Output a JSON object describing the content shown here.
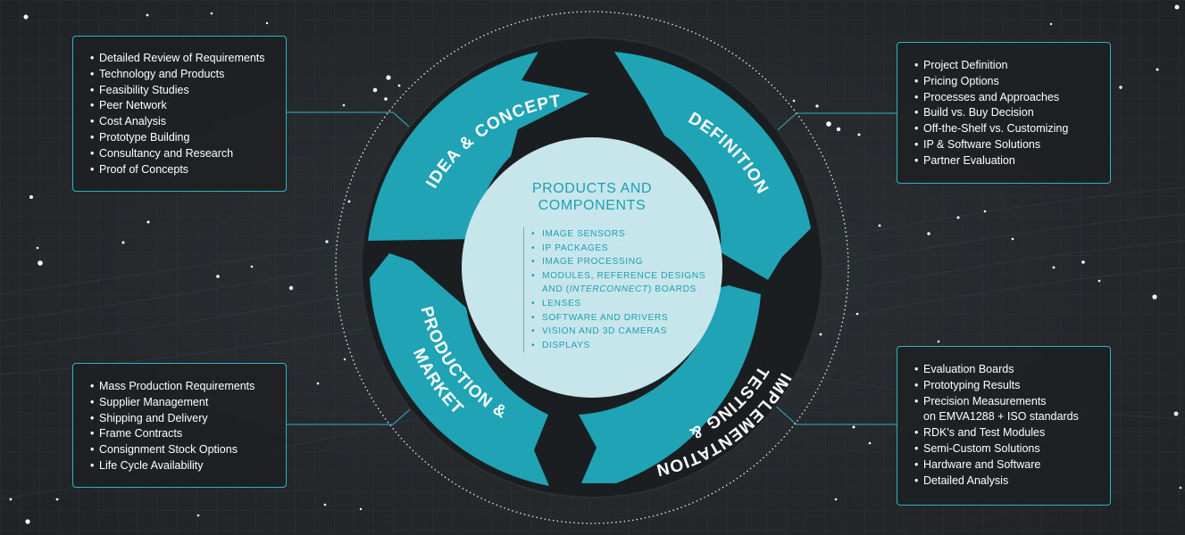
{
  "phases": {
    "idea": "IDEA & CONCEPT",
    "definition": "DEFINITION",
    "testing_line1": "TESTING &",
    "testing_line2": "IMPLEMENTATION",
    "production_line1": "PRODUCTION &",
    "production_line2": "MARKET"
  },
  "center": {
    "title_line1": "PRODUCTS AND",
    "title_line2": "COMPONENTS",
    "items": [
      "IMAGE SENSORS",
      "IP PACKAGES",
      "IMAGE PROCESSING",
      "MODULES, REFERENCE DESIGNS",
      "INTERCONNECT",
      "LENSES",
      "SOFTWARE AND DRIVERS",
      "VISION AND 3D CAMERAS",
      "DISPLAYS"
    ],
    "interconnect_prefix": "AND (",
    "interconnect_suffix": ") BOARDS"
  },
  "boxes": {
    "idea": [
      "Detailed Review of Requirements",
      "Technology and Products",
      "Feasibility Studies",
      "Peer Network",
      "Cost Analysis",
      "Prototype Building",
      "Consultancy and Research",
      "Proof of Concepts"
    ],
    "definition": [
      "Project Definition",
      "Pricing Options",
      "Processes and Approaches",
      "Build vs. Buy Decision",
      "Off-the-Shelf vs. Customizing",
      "IP & Software Solutions",
      "Partner Evaluation"
    ],
    "production": [
      "Mass Production Requirements",
      "Supplier Management",
      "Shipping and Delivery",
      "Frame Contracts",
      "Consignment Stock Options",
      "Life Cycle Availability"
    ],
    "testing": [
      "Evaluation Boards",
      "Prototyping Results",
      "Precision Measurements",
      "on EMVA1288 + ISO standards",
      "RDK's and Test Modules",
      "Semi-Custom Solutions",
      "Hardware and Software",
      "Detailed Analysis"
    ]
  },
  "colors": {
    "accent": "#1fa3b5",
    "border": "#2fb3c3",
    "background": "#24282b",
    "ring": "#1b1e20",
    "center_fill": "#c7e6ec"
  }
}
